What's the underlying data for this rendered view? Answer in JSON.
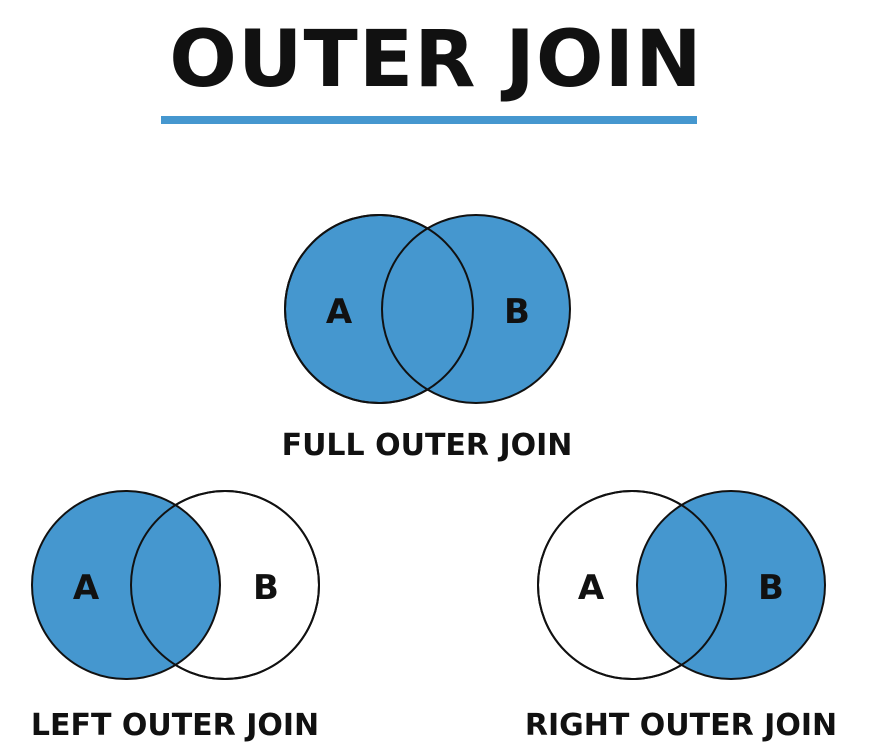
{
  "title": "OUTER JOIN",
  "colors": {
    "accent": "#4597cf",
    "outline": "#111111",
    "background": "#ffffff"
  },
  "joins": [
    {
      "caption": "FULL OUTER JOIN",
      "set_a_label": "A",
      "set_b_label": "B",
      "a_filled": true,
      "b_filled": true
    },
    {
      "caption": "LEFT OUTER JOIN",
      "set_a_label": "A",
      "set_b_label": "B",
      "a_filled": true,
      "b_filled": false
    },
    {
      "caption": "RIGHT OUTER JOIN",
      "set_a_label": "A",
      "set_b_label": "B",
      "a_filled": false,
      "b_filled": true
    }
  ]
}
